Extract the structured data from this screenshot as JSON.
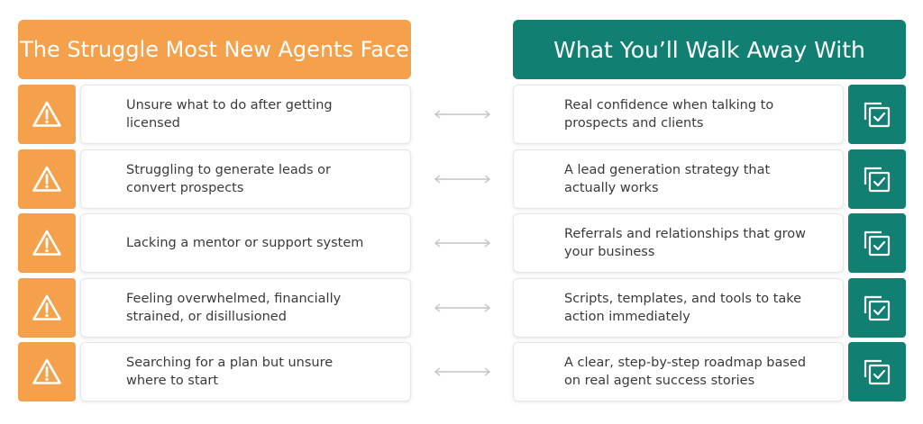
{
  "colors": {
    "orange": "#F5A04A",
    "teal": "#127F73"
  },
  "header": {
    "left_title": "The Struggle Most New Agents Face",
    "right_title": "What You’ll Walk Away With"
  },
  "icons": {
    "left": "warning-icon",
    "right": "checked-copy-icon",
    "middle": "double-arrow-icon"
  },
  "rows": [
    {
      "struggle": "Unsure what to do after getting licensed",
      "outcome": "Real confidence when talking to prospects and clients"
    },
    {
      "struggle": "Struggling to generate leads or convert prospects",
      "outcome": "A lead generation strategy that actually works"
    },
    {
      "struggle": "Lacking a mentor or support system",
      "outcome": "Referrals and relationships that grow your business"
    },
    {
      "struggle": "Feeling overwhelmed, financially strained, or disillusioned",
      "outcome": "Scripts, templates, and tools to take action immediately"
    },
    {
      "struggle": "Searching for a plan but unsure where to start",
      "outcome": "A clear, step-by-step roadmap based on real agent success stories"
    }
  ]
}
